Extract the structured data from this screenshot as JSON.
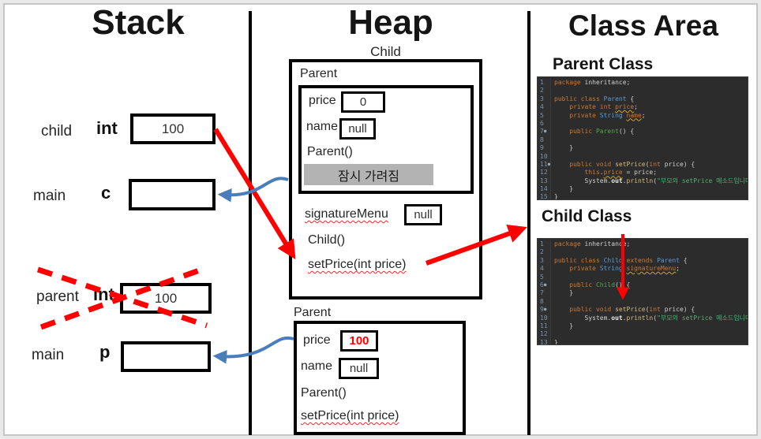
{
  "titles": {
    "stack": "Stack",
    "heap": "Heap",
    "class_area": "Class Area"
  },
  "stack": {
    "frames": [
      {
        "scope": "child",
        "var": "int",
        "value": "100"
      },
      {
        "scope": "main",
        "var": "c",
        "value": ""
      },
      {
        "scope": "parent",
        "var": "int",
        "value": "100",
        "crossed_out": true
      },
      {
        "scope": "main",
        "var": "p",
        "value": ""
      }
    ]
  },
  "heap": {
    "child_object": {
      "label": "Child",
      "parent_section": {
        "label": "Parent",
        "fields": [
          {
            "name": "price",
            "value": "0"
          },
          {
            "name": "name",
            "value": "null"
          }
        ],
        "constructor": "Parent()",
        "hidden_note": "잠시 가려짐"
      },
      "fields": [
        {
          "name": "signatureMenu",
          "value": "null"
        }
      ],
      "constructor": "Child()",
      "method": "setPrice(int price)"
    },
    "parent_object": {
      "label": "Parent",
      "fields": [
        {
          "name": "price",
          "value": "100",
          "highlighted": true
        },
        {
          "name": "name",
          "value": "null"
        }
      ],
      "constructor": "Parent()",
      "method": "setPrice(int price)"
    }
  },
  "class_area": {
    "parent_class": {
      "heading": "Parent Class",
      "code": [
        {
          "n": "1",
          "toks": [
            [
              "k",
              "package "
            ],
            [
              "p",
              "inheritance;"
            ]
          ]
        },
        {
          "n": "2",
          "toks": []
        },
        {
          "n": "3",
          "toks": [
            [
              "k",
              "public class "
            ],
            [
              "t",
              "Parent"
            ],
            [
              "p",
              " {"
            ]
          ]
        },
        {
          "n": "4",
          "toks": [
            [
              "p",
              "    "
            ],
            [
              "k",
              "private int "
            ],
            [
              "f",
              "price"
            ],
            [
              "p",
              ";"
            ]
          ]
        },
        {
          "n": "5",
          "toks": [
            [
              "p",
              "    "
            ],
            [
              "k",
              "private "
            ],
            [
              "t",
              "String"
            ],
            [
              "p",
              " "
            ],
            [
              "f",
              "name"
            ],
            [
              "p",
              ";"
            ]
          ]
        },
        {
          "n": "6",
          "toks": []
        },
        {
          "n": "7",
          "mark": true,
          "toks": [
            [
              "p",
              "    "
            ],
            [
              "k",
              "public "
            ],
            [
              "g",
              "Parent"
            ],
            [
              "p",
              "() {"
            ]
          ]
        },
        {
          "n": "8",
          "toks": []
        },
        {
          "n": "9",
          "toks": [
            [
              "p",
              "    }"
            ]
          ]
        },
        {
          "n": "10",
          "toks": []
        },
        {
          "n": "11",
          "mark": true,
          "toks": [
            [
              "p",
              "    "
            ],
            [
              "k",
              "public void "
            ],
            [
              "y",
              "setPrice"
            ],
            [
              "p",
              "("
            ],
            [
              "k",
              "int"
            ],
            [
              "p",
              " price) {"
            ]
          ]
        },
        {
          "n": "12",
          "toks": [
            [
              "p",
              "        "
            ],
            [
              "k",
              "this"
            ],
            [
              "p",
              "."
            ],
            [
              "f",
              "price"
            ],
            [
              "p",
              " = price;"
            ]
          ]
        },
        {
          "n": "13",
          "toks": [
            [
              "p",
              "        System."
            ],
            [
              "b",
              "out"
            ],
            [
              "p",
              "."
            ],
            [
              "y",
              "println"
            ],
            [
              "p",
              "("
            ],
            [
              "s",
              "\"부모의 setPrice 메소드입니다.\""
            ],
            [
              "p",
              ");"
            ]
          ]
        },
        {
          "n": "14",
          "toks": [
            [
              "p",
              "    }"
            ]
          ]
        },
        {
          "n": "15",
          "toks": [
            [
              "p",
              "}"
            ]
          ]
        }
      ]
    },
    "child_class": {
      "heading": "Child Class",
      "code": [
        {
          "n": "1",
          "toks": [
            [
              "k",
              "package "
            ],
            [
              "p",
              "inheritance;"
            ]
          ]
        },
        {
          "n": "2",
          "toks": []
        },
        {
          "n": "3",
          "toks": [
            [
              "k",
              "public class "
            ],
            [
              "t",
              "Child"
            ],
            [
              "k",
              " extends "
            ],
            [
              "t",
              "Parent"
            ],
            [
              "p",
              " {"
            ]
          ]
        },
        {
          "n": "4",
          "lmark": true,
          "toks": [
            [
              "p",
              "    "
            ],
            [
              "k",
              "private "
            ],
            [
              "t",
              "String"
            ],
            [
              "p",
              " "
            ],
            [
              "f",
              "signatureMenu"
            ],
            [
              "p",
              ";"
            ]
          ]
        },
        {
          "n": "5",
          "toks": []
        },
        {
          "n": "6",
          "mark": true,
          "toks": [
            [
              "p",
              "    "
            ],
            [
              "k",
              "public "
            ],
            [
              "g",
              "Child"
            ],
            [
              "p",
              "() {"
            ]
          ]
        },
        {
          "n": "7",
          "toks": [
            [
              "p",
              "    }"
            ]
          ]
        },
        {
          "n": "8",
          "toks": []
        },
        {
          "n": "9",
          "mark": true,
          "toks": [
            [
              "p",
              "    "
            ],
            [
              "k",
              "public void "
            ],
            [
              "y",
              "setPrice"
            ],
            [
              "p",
              "("
            ],
            [
              "k",
              "int"
            ],
            [
              "p",
              " price) {"
            ]
          ]
        },
        {
          "n": "10",
          "toks": [
            [
              "p",
              "        System."
            ],
            [
              "b",
              "out"
            ],
            [
              "p",
              "."
            ],
            [
              "y",
              "println"
            ],
            [
              "p",
              "("
            ],
            [
              "s",
              "\"부모의 setPrice 메소드입니다.\""
            ],
            [
              "p",
              ");"
            ]
          ]
        },
        {
          "n": "11",
          "toks": [
            [
              "p",
              "    }"
            ]
          ]
        },
        {
          "n": "12",
          "toks": []
        },
        {
          "n": "13",
          "toks": [
            [
              "p",
              "}"
            ]
          ]
        }
      ]
    }
  },
  "colors": {
    "arrow_red": "#ff0000",
    "arrow_blue": "#4a7ebb",
    "highlight_value": "#ff0000",
    "hidden_note_bg": "#b3b3b3",
    "editor_bg": "#2c2c2c"
  }
}
